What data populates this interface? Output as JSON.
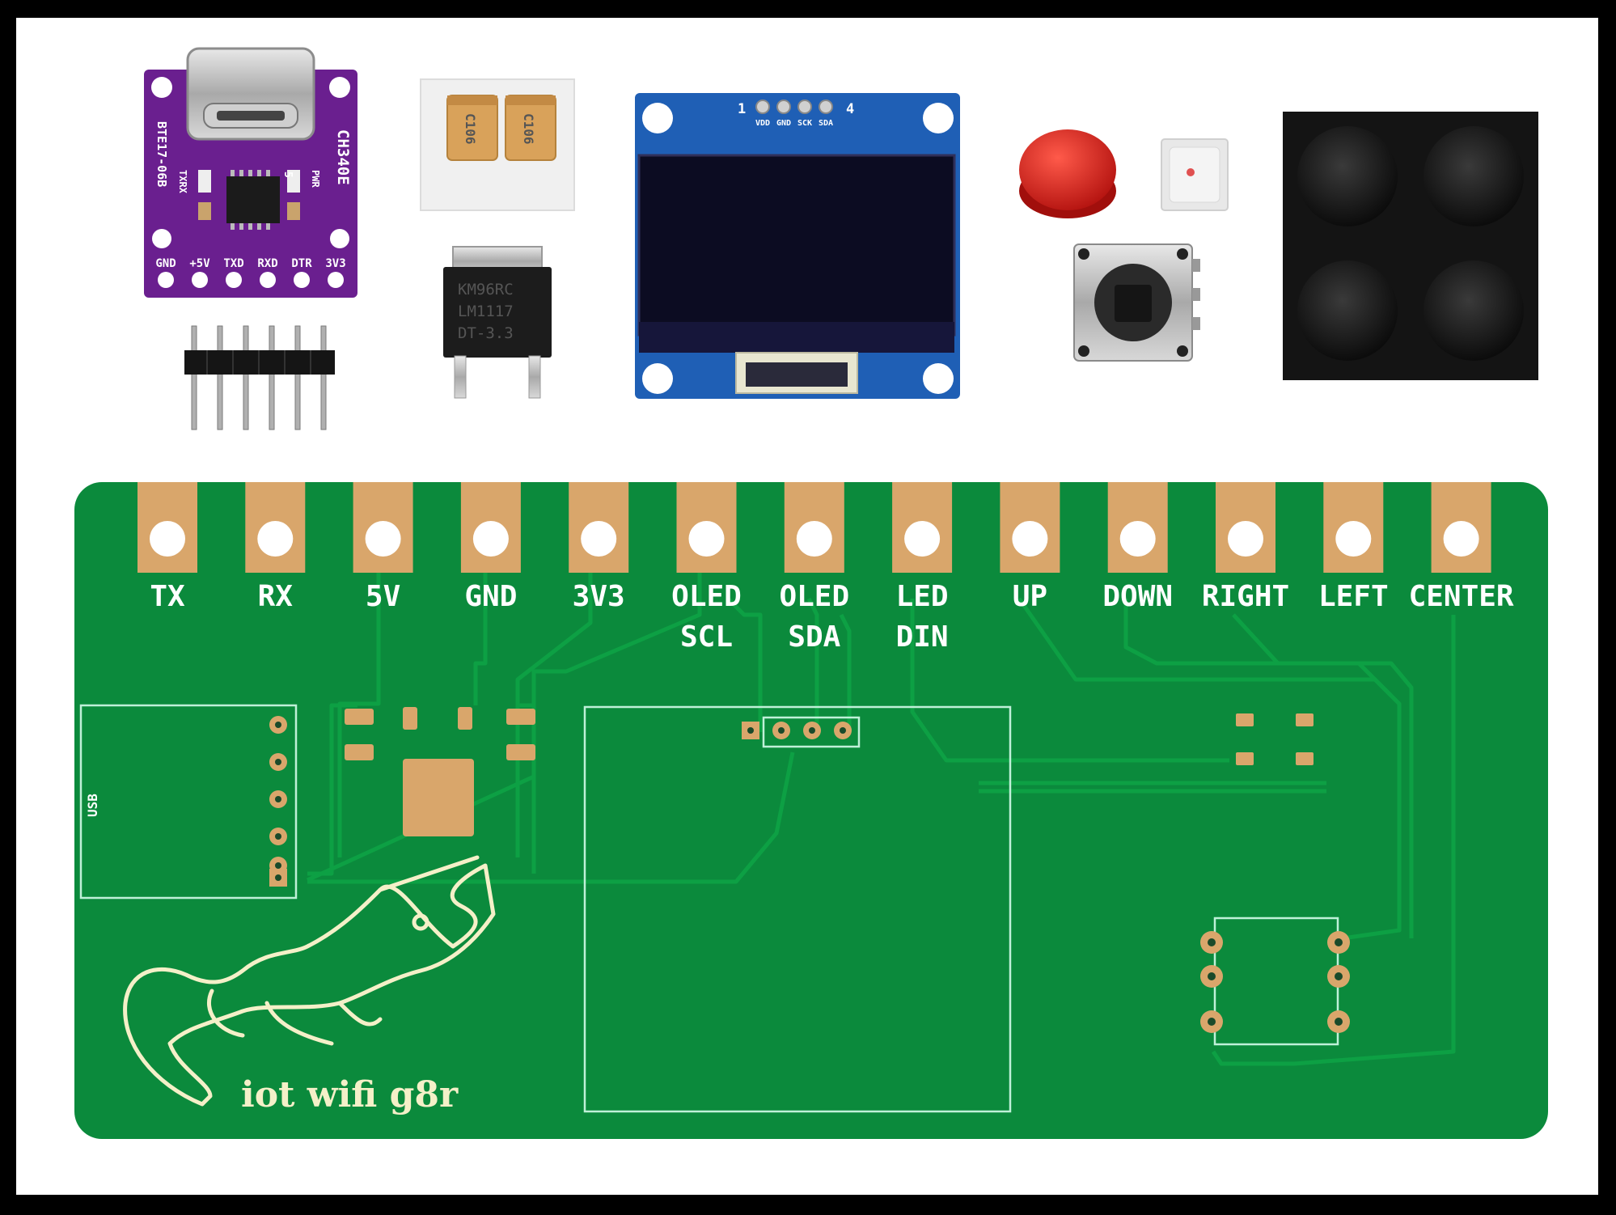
{
  "colors": {
    "frame": "#000000",
    "background": "#ffffff",
    "pcb_green": "#0b8a3c",
    "pcb_trace": "#0d9a43",
    "copper": "#d9a66b",
    "silkscreen": "#ffffff",
    "ch340_purple": "#6a1f8f",
    "oled_blue": "#1f5fb5",
    "button_red": "#d21e1e"
  },
  "components": {
    "ch340": {
      "icon": "ch340-usb-c-module-icon",
      "title": "CH340E",
      "code": "BTE17-06B",
      "led_labels": [
        "TXRX",
        "PWR"
      ],
      "resistor": "5",
      "pins": [
        "GND",
        "+5V",
        "TXD",
        "RXD",
        "DTR",
        "3V3"
      ]
    },
    "header": {
      "icon": "pin-header-icon"
    },
    "capacitors": {
      "icon": "tantalum-capacitor-icon",
      "labels": [
        "C106",
        "C106"
      ]
    },
    "regulator": {
      "icon": "voltage-regulator-icon",
      "lines": [
        "KM96RC",
        "LM1117",
        "DT-3.3"
      ]
    },
    "oled": {
      "icon": "oled-display-icon",
      "pin_first": "1",
      "pin_last": "4",
      "pins": [
        "VDD",
        "GND",
        "SCK",
        "SDA"
      ]
    },
    "button_cap": {
      "icon": "red-button-cap-icon"
    },
    "led": {
      "icon": "rgb-led-icon"
    },
    "switch": {
      "icon": "tactile-switch-icon"
    },
    "feet": {
      "icon": "rubber-feet-icon"
    }
  },
  "pcb": {
    "pads": [
      {
        "label": [
          "TX"
        ]
      },
      {
        "label": [
          "RX"
        ]
      },
      {
        "label": [
          "5V"
        ]
      },
      {
        "label": [
          "GND"
        ]
      },
      {
        "label": [
          "3V3"
        ]
      },
      {
        "label": [
          "OLED",
          "SCL"
        ]
      },
      {
        "label": [
          "OLED",
          "SDA"
        ]
      },
      {
        "label": [
          "LED",
          "DIN"
        ]
      },
      {
        "label": [
          "UP"
        ]
      },
      {
        "label": [
          "DOWN"
        ]
      },
      {
        "label": [
          "RIGHT"
        ]
      },
      {
        "label": [
          "LEFT"
        ]
      },
      {
        "label": [
          "CENTER"
        ]
      }
    ],
    "usb_label": "USB",
    "logo_icon": "alligator-logo-icon",
    "logo_text": "iot wifi g8r"
  }
}
